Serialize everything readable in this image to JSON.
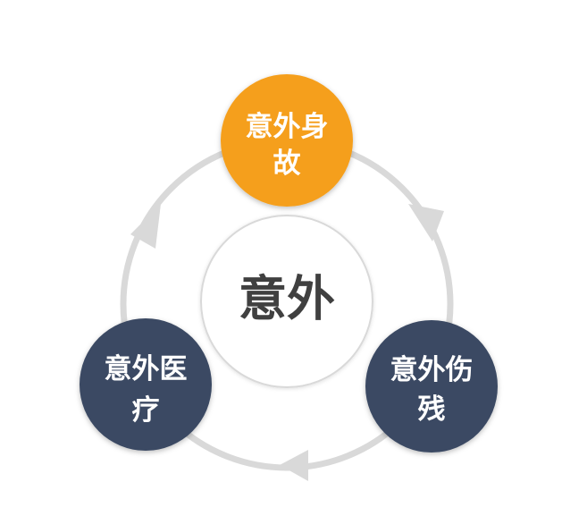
{
  "diagram": {
    "center": {
      "label": "意外"
    },
    "nodes": [
      {
        "id": "top",
        "line1": "意外身",
        "line2": "故",
        "color": "#F59F1E"
      },
      {
        "id": "right",
        "line1": "意外伤",
        "line2": "残",
        "color": "#3B4A63"
      },
      {
        "id": "left",
        "line1": "意外医",
        "line2": "疗",
        "color": "#3B4A63"
      }
    ],
    "ring_color": "#D9D9D9",
    "center_border_color": "#D9D9D9"
  }
}
